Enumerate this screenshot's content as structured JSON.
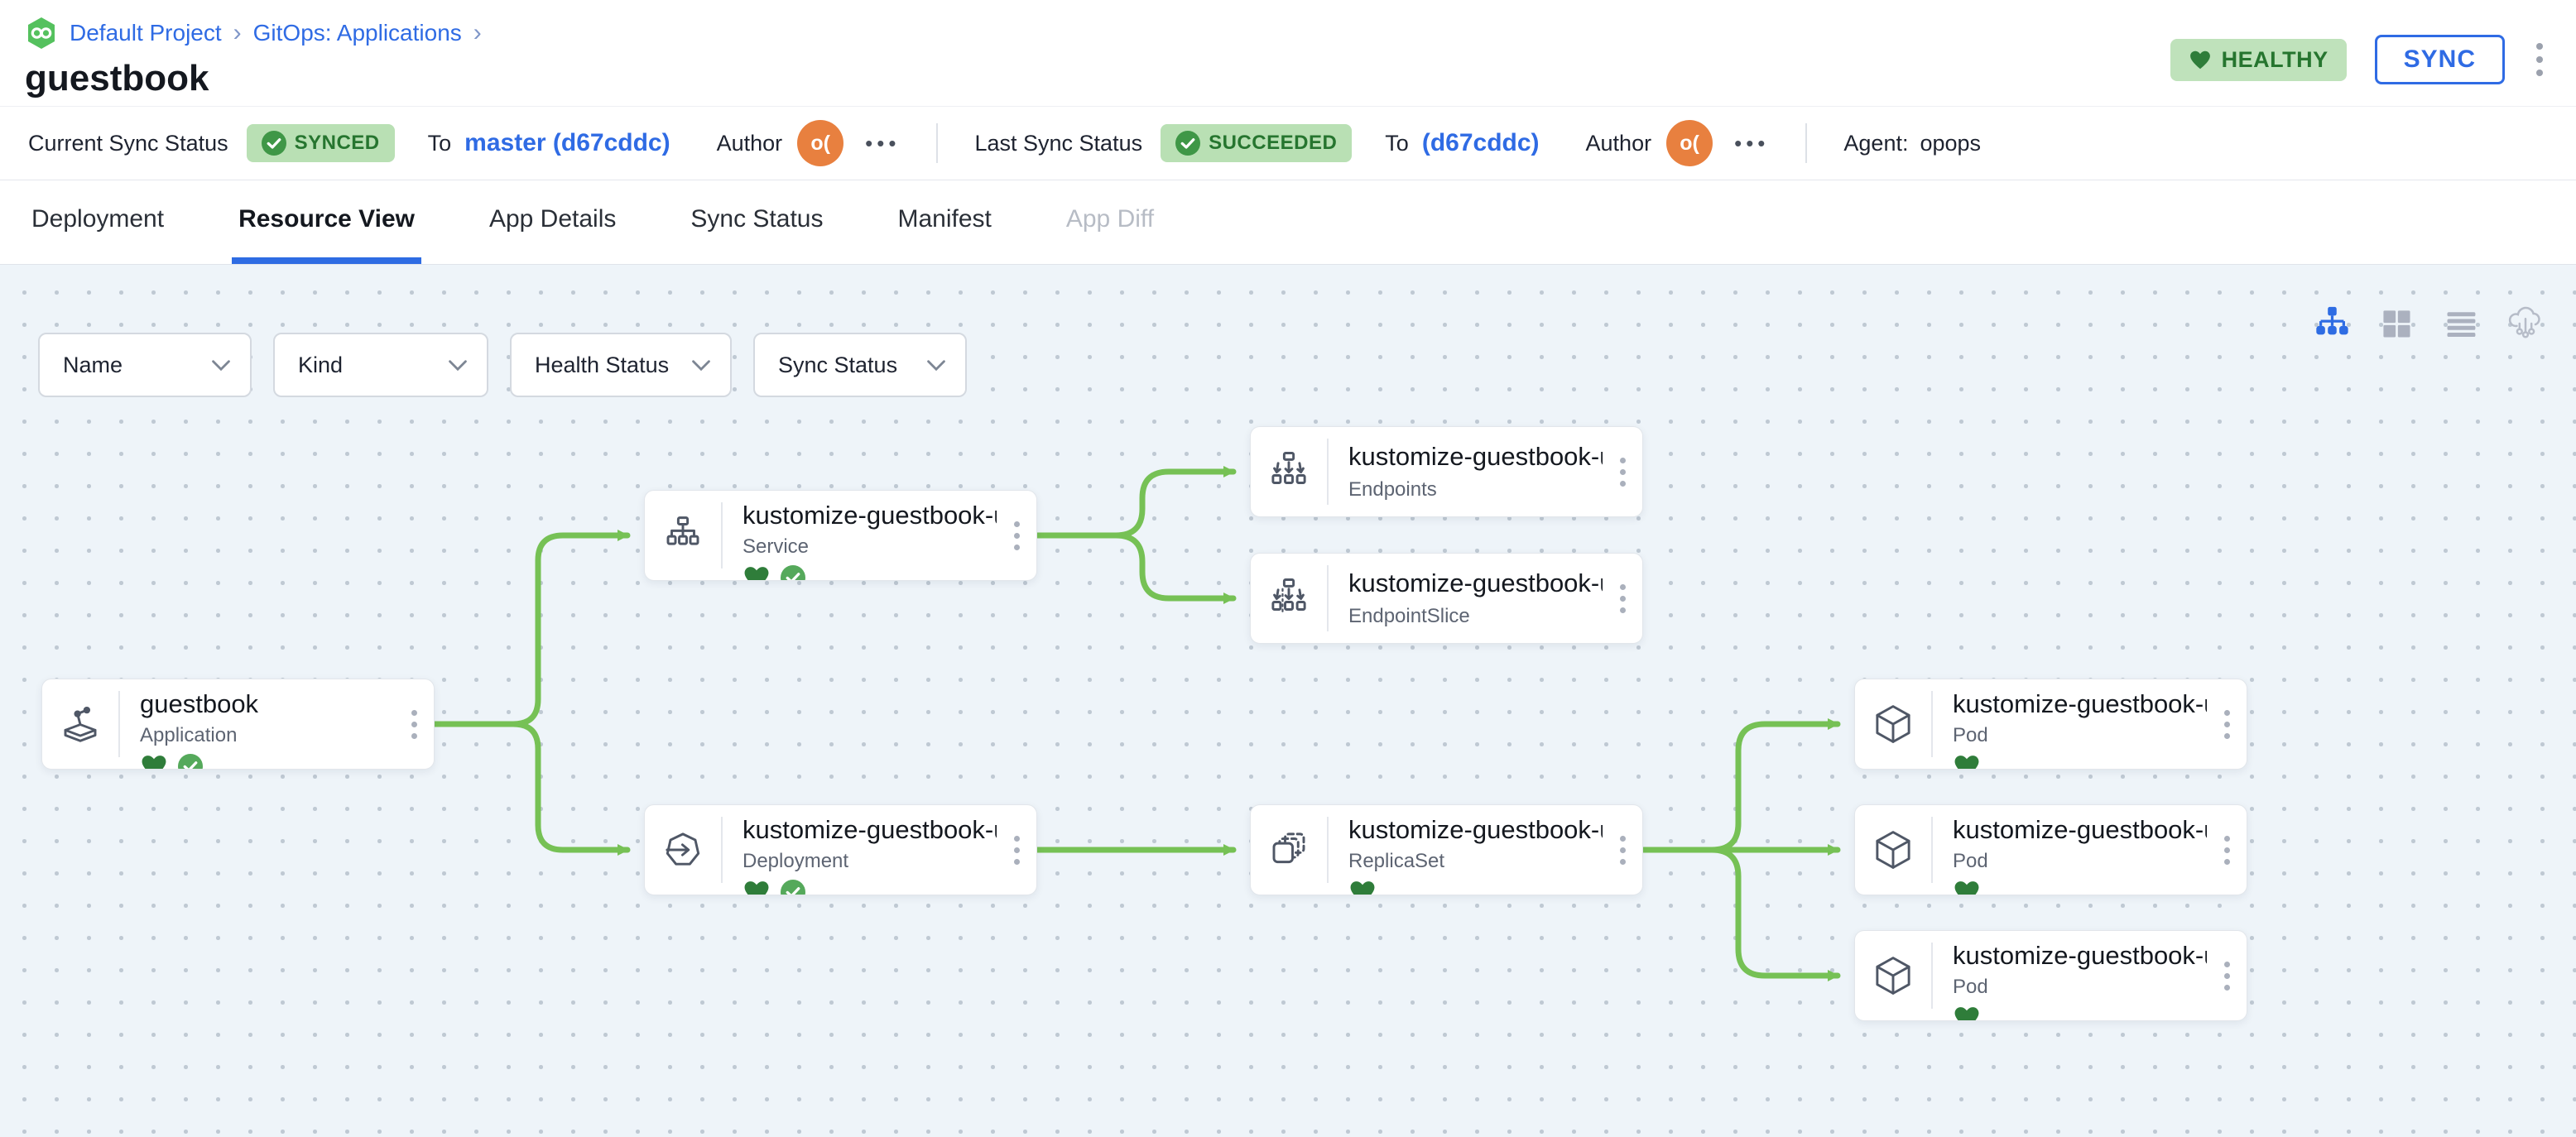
{
  "breadcrumb": {
    "project": "Default Project",
    "section": "GitOps: Applications",
    "separator": "›"
  },
  "header": {
    "title": "guestbook",
    "health_label": "HEALTHY",
    "sync_button": "SYNC"
  },
  "status_bar": {
    "current": {
      "label": "Current Sync Status",
      "badge": "SYNCED",
      "to_label": "To",
      "target": "master (d67cddc)",
      "author_label": "Author",
      "author_initials": "o(",
      "more": "•••"
    },
    "last": {
      "label": "Last Sync Status",
      "badge": "SUCCEEDED",
      "to_label": "To",
      "target": "(d67cddc)",
      "author_label": "Author",
      "author_initials": "o(",
      "more": "•••"
    },
    "agent": {
      "label": "Agent:",
      "value": "opops"
    }
  },
  "tabs": [
    {
      "label": "Deployment",
      "active": false,
      "disabled": false
    },
    {
      "label": "Resource View",
      "active": true,
      "disabled": false
    },
    {
      "label": "App Details",
      "active": false,
      "disabled": false
    },
    {
      "label": "Sync Status",
      "active": false,
      "disabled": false
    },
    {
      "label": "Manifest",
      "active": false,
      "disabled": false
    },
    {
      "label": "App Diff",
      "active": false,
      "disabled": true
    }
  ],
  "filters": [
    {
      "label": "Name"
    },
    {
      "label": "Kind"
    },
    {
      "label": "Health Status"
    },
    {
      "label": "Sync Status"
    }
  ],
  "view_modes": [
    {
      "name": "tree-view",
      "active": true
    },
    {
      "name": "grid-view",
      "active": false
    },
    {
      "name": "list-view",
      "active": false
    },
    {
      "name": "cluster-view",
      "active": false
    }
  ],
  "tree": {
    "nodes": [
      {
        "id": "app",
        "name": "guestbook",
        "kind": "Application",
        "healthy": true,
        "synced": true
      },
      {
        "id": "svc",
        "name": "kustomize-guestbook-ui",
        "kind": "Service",
        "healthy": true,
        "synced": true
      },
      {
        "id": "ep",
        "name": "kustomize-guestbook-ui",
        "kind": "Endpoints",
        "healthy": false,
        "synced": false
      },
      {
        "id": "eps",
        "name": "kustomize-guestbook-ui-...",
        "kind": "EndpointSlice",
        "healthy": false,
        "synced": false
      },
      {
        "id": "deploy",
        "name": "kustomize-guestbook-ui",
        "kind": "Deployment",
        "healthy": true,
        "synced": true
      },
      {
        "id": "rs",
        "name": "kustomize-guestbook-ui-...",
        "kind": "ReplicaSet",
        "healthy": true,
        "synced": false
      },
      {
        "id": "pod1",
        "name": "kustomize-guestbook-ui-...",
        "kind": "Pod",
        "healthy": true,
        "synced": false
      },
      {
        "id": "pod2",
        "name": "kustomize-guestbook-ui-...",
        "kind": "Pod",
        "healthy": true,
        "synced": false
      },
      {
        "id": "pod3",
        "name": "kustomize-guestbook-ui-...",
        "kind": "Pod",
        "healthy": true,
        "synced": false
      }
    ],
    "edges": [
      [
        "app",
        "svc"
      ],
      [
        "app",
        "deploy"
      ],
      [
        "svc",
        "ep"
      ],
      [
        "svc",
        "eps"
      ],
      [
        "deploy",
        "rs"
      ],
      [
        "rs",
        "pod1"
      ],
      [
        "rs",
        "pod2"
      ],
      [
        "rs",
        "pod3"
      ]
    ]
  },
  "colors": {
    "accent_blue": "#2f6be4",
    "edge_green": "#76c155",
    "healthy_heart": "#2f7d3a",
    "synced_check": "#55a95b",
    "badge_bg": "#b9e0b4",
    "badge_text": "#26752f",
    "avatar_orange": "#e8803f",
    "canvas_bg": "#eef4f9"
  }
}
